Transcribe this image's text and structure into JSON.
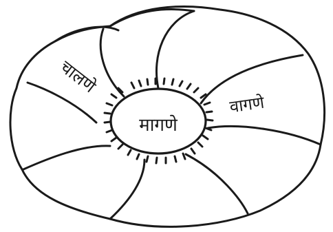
{
  "center_label": "मागणे",
  "left_label": "चालणे",
  "right_label": "वागणे",
  "ink_color": "#1a1a1a",
  "background_color": "#ffffff"
}
